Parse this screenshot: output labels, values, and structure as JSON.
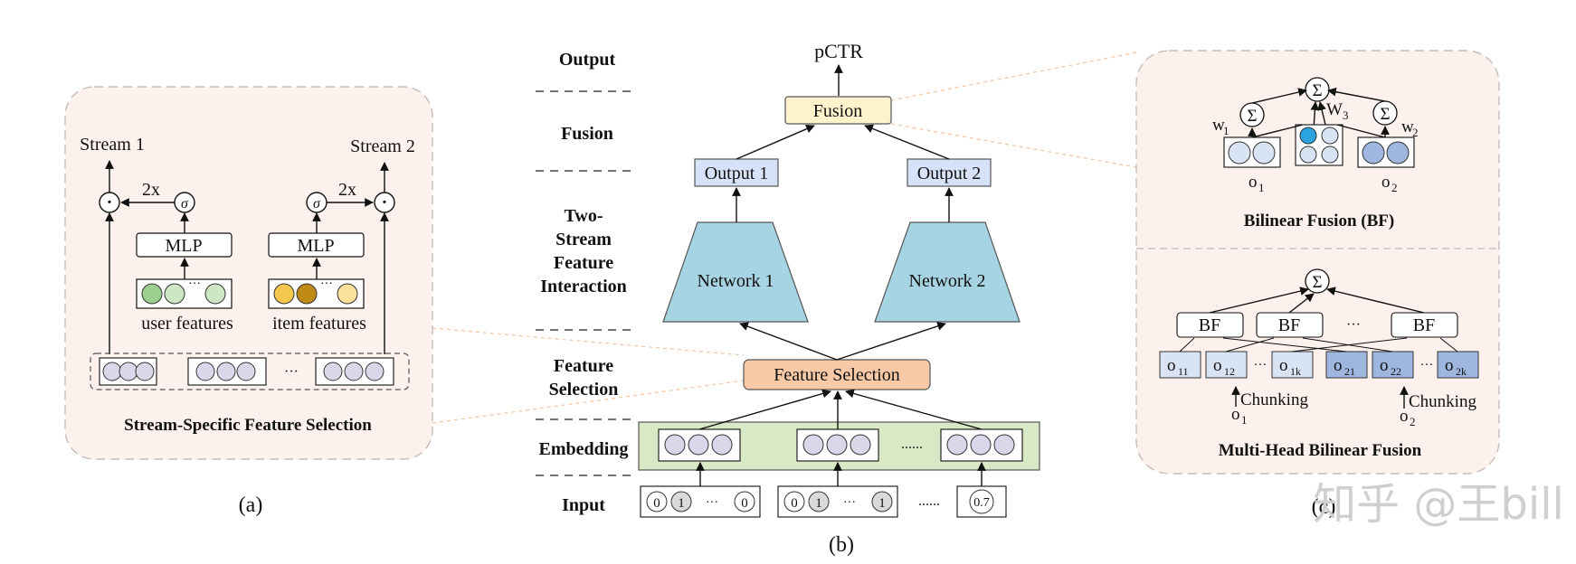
{
  "panel_a": {
    "stream1": "Stream 1",
    "stream2": "Stream 2",
    "times_left": "2x",
    "times_right": "2x",
    "sigma": "σ",
    "dot": "·",
    "mlp_left": "MLP",
    "mlp_right": "MLP",
    "user_features": "user features",
    "item_features": "item features",
    "ellipsis": "···",
    "title": "Stream-Specific Feature Selection",
    "caption": "(a)"
  },
  "panel_b": {
    "stages": {
      "output": "Output",
      "fusion": "Fusion",
      "two_stream_1": "Two-",
      "two_stream_2": "Stream",
      "two_stream_3": "Feature",
      "two_stream_4": "Interaction",
      "feature_selection_1": "Feature",
      "feature_selection_2": "Selection",
      "embedding": "Embedding",
      "input": "Input"
    },
    "pctr": "pCTR",
    "fusion_box": "Fusion",
    "output1": "Output 1",
    "output2": "Output 2",
    "network1": "Network 1",
    "network2": "Network 2",
    "feature_selection_box": "Feature Selection",
    "embedding_ellipsis": "......",
    "input_ellipsis": "......",
    "input_g1": [
      "0",
      "1",
      "···",
      "0"
    ],
    "input_g2": [
      "0",
      "1",
      "···",
      "1"
    ],
    "input_g3": "0.7",
    "caption": "(b)"
  },
  "panel_c": {
    "sum": "Σ",
    "w1": "w",
    "w1_sub": "1",
    "w2": "w",
    "w2_sub": "2",
    "w3": "W",
    "w3_sub": "3",
    "o1": "o",
    "o1_sub": "1",
    "o2": "o",
    "o2_sub": "2",
    "bf_title": "Bilinear Fusion (BF)",
    "bf_label": "BF",
    "bf_ellipsis": "···",
    "chunks_left": [
      {
        "main": "o",
        "sub": "11"
      },
      {
        "main": "o",
        "sub": "12"
      },
      {
        "main": "o",
        "sub": "1k"
      }
    ],
    "chunks_right": [
      {
        "main": "o",
        "sub": "21"
      },
      {
        "main": "o",
        "sub": "22"
      },
      {
        "main": "o",
        "sub": "2k"
      }
    ],
    "chunk_ellipsis": "···",
    "chunking": "Chunking",
    "mh_o1": "o",
    "mh_o1_sub": "1",
    "mh_o2": "o",
    "mh_o2_sub": "2",
    "mh_title": "Multi-Head Bilinear Fusion",
    "caption": "(c)"
  },
  "watermark": "知乎 @王bill",
  "colors": {
    "panel_bg": "#fcf1ec",
    "panel_border": "#c7bcb8",
    "fusion_box": "#fdf2cc",
    "output_box": "#d6e2f7",
    "network": "#a7d4e2",
    "feature_selection": "#f8c9a6",
    "embedding_band": "#d9e8c5",
    "feature_circle": "#dcd6ea",
    "user_feature": [
      "#9dcf8f",
      "#cde6c3",
      "#cde6c3"
    ],
    "item_feature": [
      "#f3c84d",
      "#c08a16",
      "#fbe19a"
    ],
    "chunk_light": "#d8e3f4",
    "chunk_dark": "#9fb6df",
    "w3_highlight": "#2aa3e0"
  }
}
